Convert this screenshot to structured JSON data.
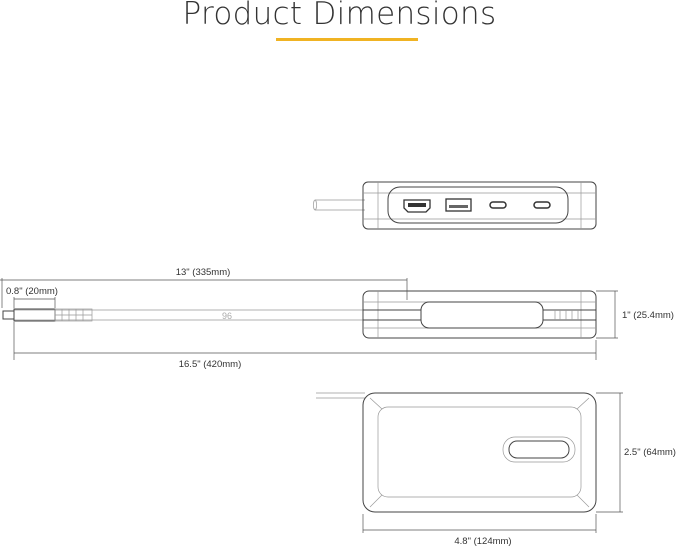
{
  "title": "Product Dimensions",
  "accent_color": "#f0b323",
  "dimensions": {
    "cable_length": "13\" (335mm)",
    "connector_length": "0.8\" (20mm)",
    "total_length": "16.5\" (420mm)",
    "height": "1\" (25.4mm)",
    "depth": "2.5\" (64mm)",
    "width": "4.8\" (124mm)"
  },
  "ports": [
    "hdmi-port",
    "usb-a-port",
    "usb-c-port",
    "usb-c-port"
  ]
}
